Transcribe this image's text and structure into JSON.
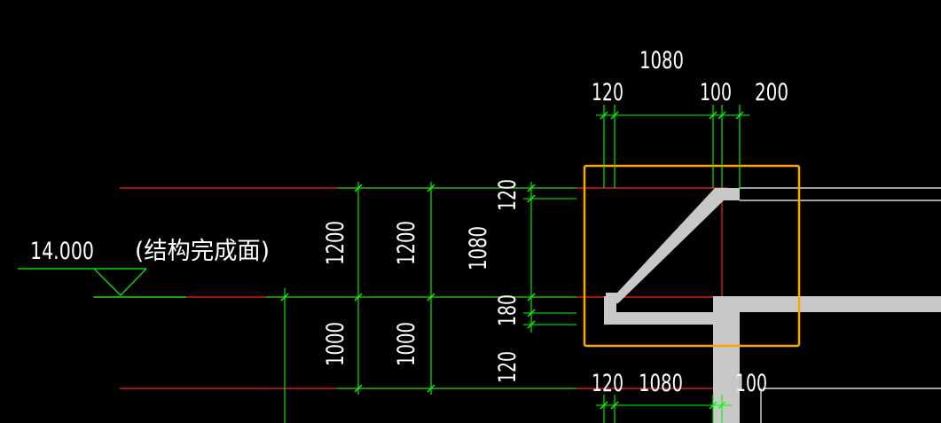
{
  "colors": {
    "background": "#000000",
    "dimension": "#00ff00",
    "axis": "#ff0000",
    "slab": "#c8c8c8",
    "outline": "#ffffff",
    "highlight": "#ffa500",
    "text": "#ffffff"
  },
  "level": {
    "value": "14.000",
    "note": "(结构完成面)"
  },
  "top_dims": {
    "overall": "1080",
    "left": "120",
    "mid": "100",
    "right": "200"
  },
  "bottom_dims": {
    "left": "120",
    "mid": "1080",
    "right": "100"
  },
  "vertical_dims": {
    "col1_upper": "1200",
    "col1_lower": "1000",
    "col2_upper": "1200",
    "col2_lower": "1000",
    "col3_upper": "1080",
    "col4_top": "120",
    "col4_mid": "180",
    "col4_bottom": "120"
  }
}
